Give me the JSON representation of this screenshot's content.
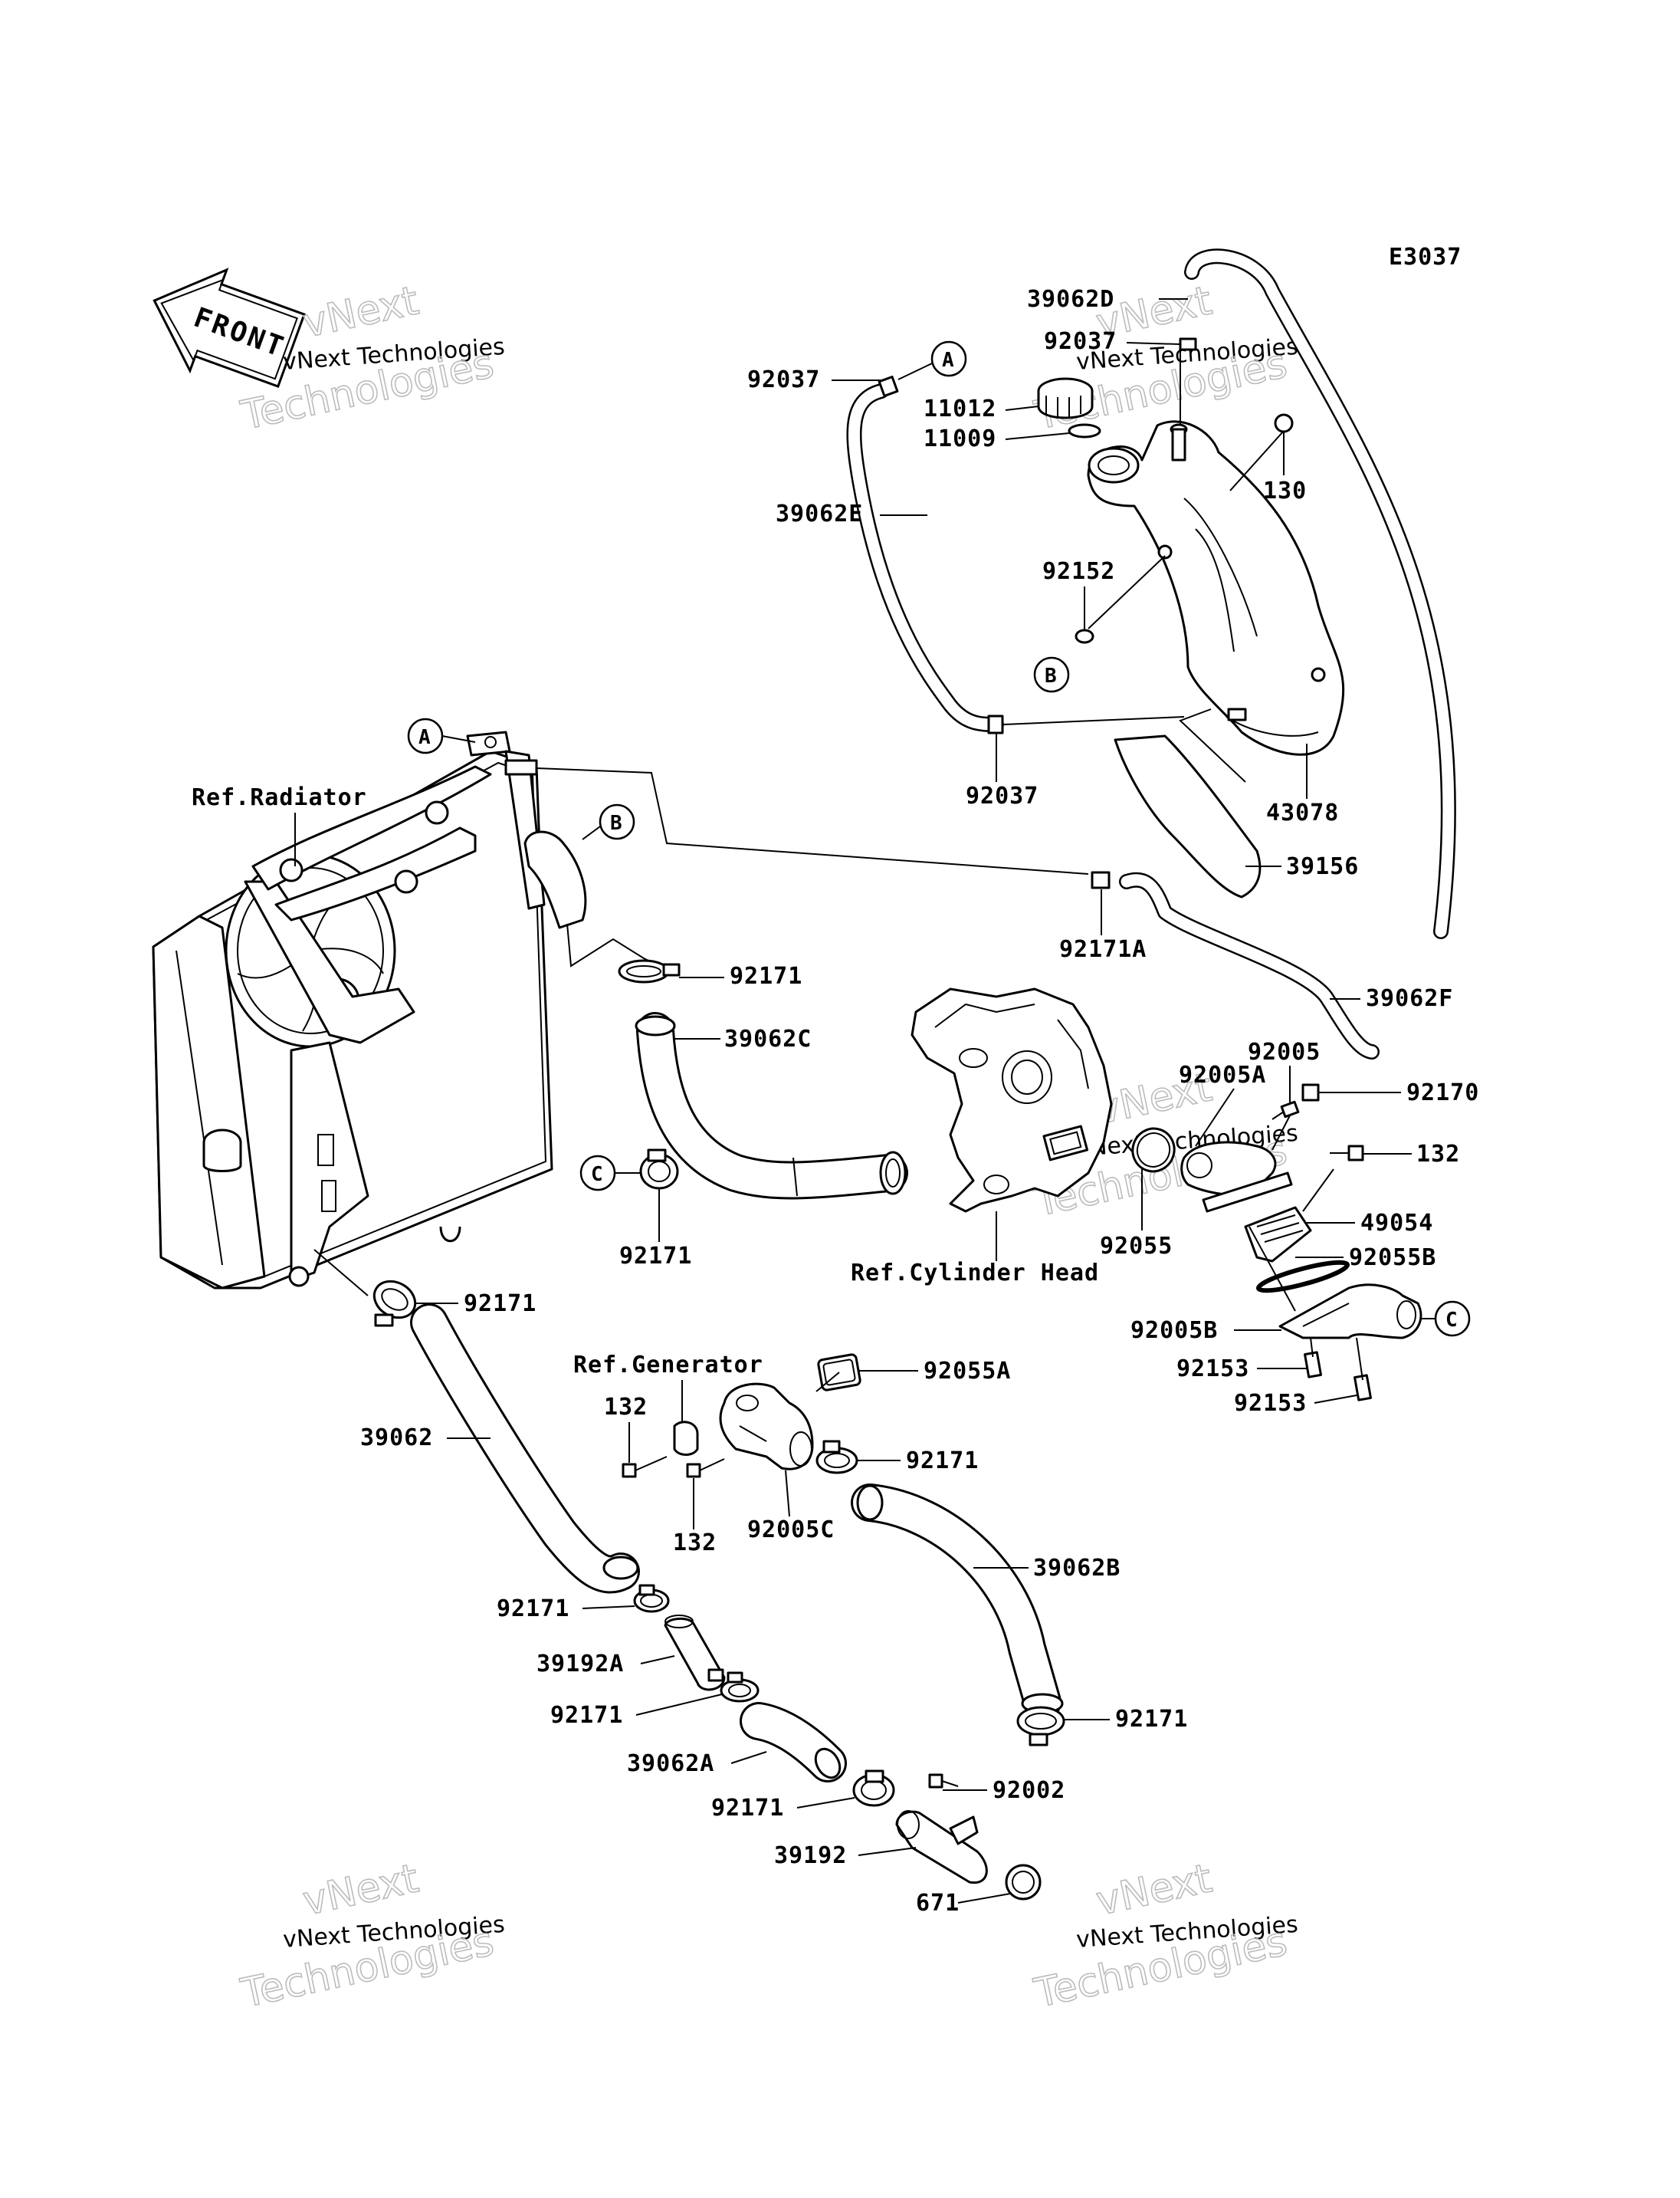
{
  "diagram_code": "E3037",
  "front_label": "FRONT",
  "watermark": {
    "line1": "vNext Technologies",
    "big_a": "vNext",
    "big_b": "Technologies"
  },
  "refs": {
    "radiator": "Ref.Radiator",
    "cylinder_head": "Ref.Cylinder Head",
    "generator": "Ref.Generator"
  },
  "circle_letters": {
    "a": "A",
    "b": "B",
    "c": "C"
  },
  "parts": {
    "p39062D": "39062D",
    "p92037_top": "92037",
    "p92037_left": "92037",
    "p92037_bottom": "92037",
    "p11012": "11012",
    "p11009": "11009",
    "p130": "130",
    "p39062E": "39062E",
    "p92152": "92152",
    "p43078": "43078",
    "p39156": "39156",
    "p92171A": "92171A",
    "p39062F": "39062F",
    "p92171_1": "92171",
    "p39062C": "39062C",
    "p92005": "92005",
    "p92005A": "92005A",
    "p92170": "92170",
    "p132_right": "132",
    "p92171_2": "92171",
    "p92055": "92055",
    "p49054": "49054",
    "p92055B": "92055B",
    "p92171_3": "92171",
    "p92005B": "92005B",
    "p92153_1": "92153",
    "p92153_2": "92153",
    "p92055A": "92055A",
    "p132_left": "132",
    "p132_bottom": "132",
    "p92005C": "92005C",
    "p92171_4": "92171",
    "p39062": "39062",
    "p39062B": "39062B",
    "p92171_5": "92171",
    "p39192A": "39192A",
    "p92171_6": "92171",
    "p92171_7": "92171",
    "p39062A": "39062A",
    "p92171_8": "92171",
    "p92002": "92002",
    "p39192": "39192",
    "p671": "671"
  }
}
